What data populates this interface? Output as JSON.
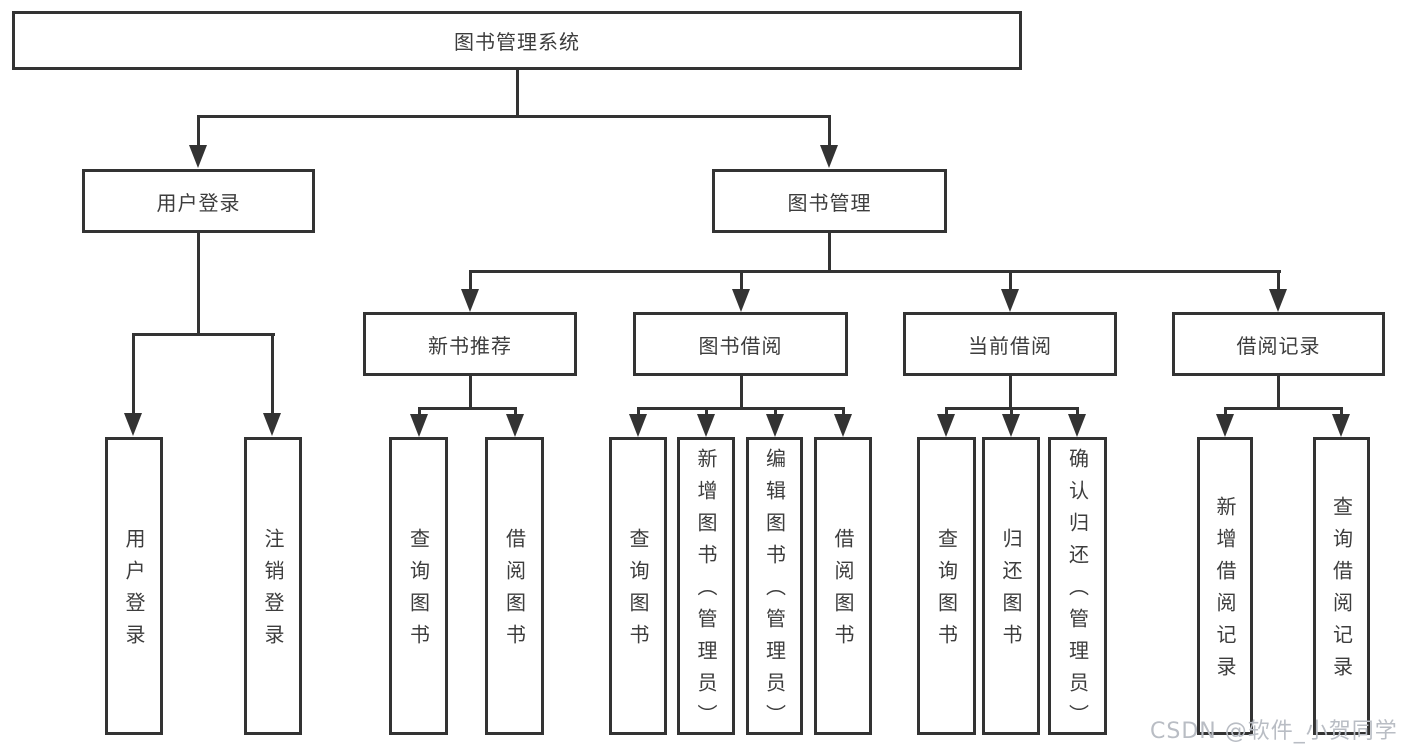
{
  "diagram": {
    "root": "图书管理系统",
    "level2": {
      "user_login": "用户登录",
      "book_management": "图书管理"
    },
    "level3": {
      "new_book_recommend": "新书推荐",
      "book_borrow": "图书借阅",
      "current_borrow": "当前借阅",
      "borrow_record": "借阅记录"
    },
    "leaves": {
      "user_login": "用户登录",
      "logout": "注销登录",
      "rec_query_book": "查询图书",
      "rec_borrow_book": "借阅图书",
      "bor_query_book": "查询图书",
      "bor_add_book": "新增图书（管理员）",
      "bor_edit_book": "编辑图书（管理员）",
      "bor_borrow_book": "借阅图书",
      "cur_query_book": "查询图书",
      "cur_return_book": "归还图书",
      "cur_confirm_return": "确认归还（管理员）",
      "his_add_record": "新增借阅记录",
      "his_query_record": "查询借阅记录"
    }
  },
  "watermark": "CSDN @软件_小贺同学",
  "colors": {
    "line": "#333333",
    "text": "#3d3d3d",
    "background": "#ffffff",
    "watermark": "#b9bdc4"
  }
}
